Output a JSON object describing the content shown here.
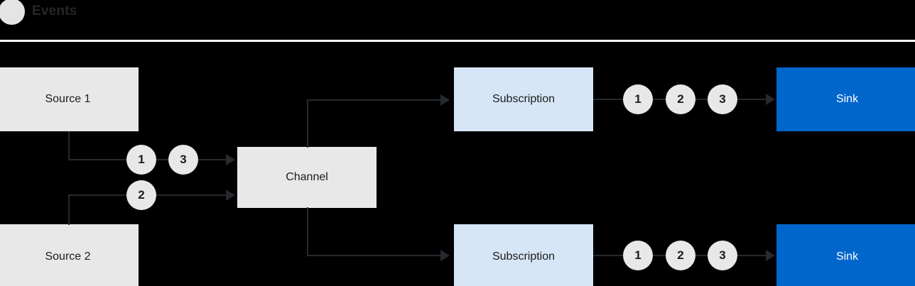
{
  "header": {
    "icon": "circle-icon",
    "title": "Events"
  },
  "diagram": {
    "nodes": {
      "source1": {
        "label": "Source 1"
      },
      "source2": {
        "label": "Source 2"
      },
      "channel": {
        "label": "Channel"
      },
      "subscription_top": {
        "label": "Subscription"
      },
      "subscription_bottom": {
        "label": "Subscription"
      },
      "sink_top": {
        "label": "Sink"
      },
      "sink_bottom": {
        "label": "Sink"
      }
    },
    "tokens": {
      "source1_a": "1",
      "source1_b": "3",
      "source2_a": "2",
      "sub_top_1": "1",
      "sub_top_2": "2",
      "sub_top_3": "3",
      "sub_bottom_1": "1",
      "sub_bottom_2": "2",
      "sub_bottom_3": "3"
    },
    "colors": {
      "background": "#000000",
      "node_gray": "#e8e8e8",
      "node_blue_light": "#d6e6f7",
      "node_blue": "#0066cc",
      "connector": "#26292d",
      "token": "#e8e8e8",
      "divider": "#ffffff"
    }
  }
}
